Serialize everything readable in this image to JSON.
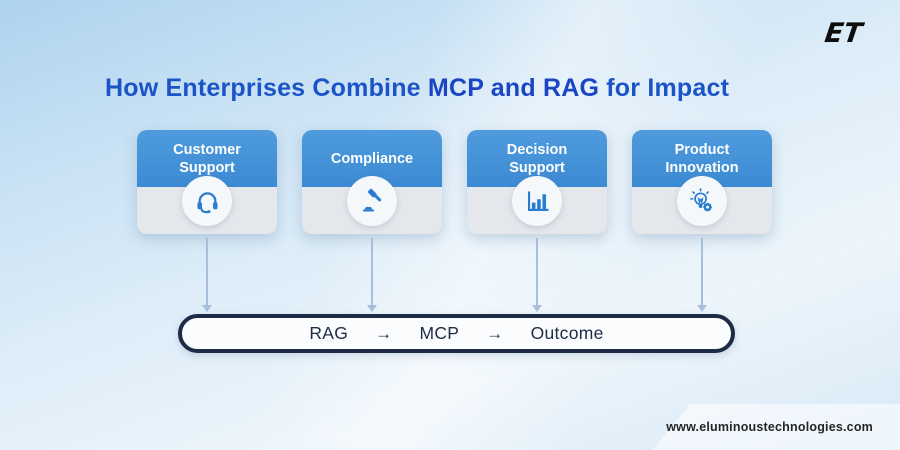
{
  "colors": {
    "title_blue": "#1b54c8",
    "highlight_blue": "#1a46c4",
    "card_header_blue": "#4090d8",
    "card_body_gray": "#e4e7eb",
    "icon_blue": "#2a7cd1",
    "pill_navy": "#1d2b45",
    "arrow_blue_gray": "#a6c0dc"
  },
  "brand": {
    "logo_text": "ET"
  },
  "title": {
    "prefix": "How Enterprises Combine ",
    "highlight": "MCP and RAG",
    "suffix": " for Impact"
  },
  "cards": [
    {
      "label": "Customer Support",
      "icon": "headset-icon"
    },
    {
      "label": "Compliance",
      "icon": "gavel-icon"
    },
    {
      "label": "Decision Support",
      "icon": "bar-chart-icon"
    },
    {
      "label": "Product Innovation",
      "icon": "lightbulb-gear-icon"
    }
  ],
  "flow": {
    "arrow": "→",
    "steps": [
      "RAG",
      "MCP",
      "Outcome"
    ]
  },
  "footer": {
    "website": "www.eluminoustechnologies.com"
  }
}
